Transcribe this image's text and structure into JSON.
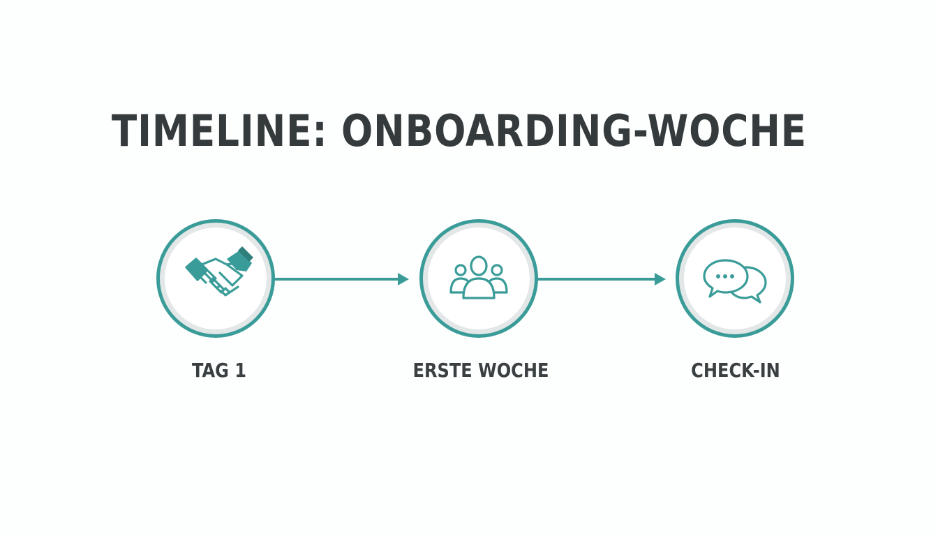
{
  "title": "TIMELINE: ONBOARDING-WOCHE",
  "colors": {
    "accent": "#3a9c98",
    "text": "#353a3d",
    "ring": "#e3e7e8"
  },
  "steps": [
    {
      "label": "TAG 1",
      "icon": "handshake-icon"
    },
    {
      "label": "ERSTE WOCHE",
      "icon": "team-icon"
    },
    {
      "label": "CHECK-IN",
      "icon": "chat-bubbles-icon"
    }
  ]
}
